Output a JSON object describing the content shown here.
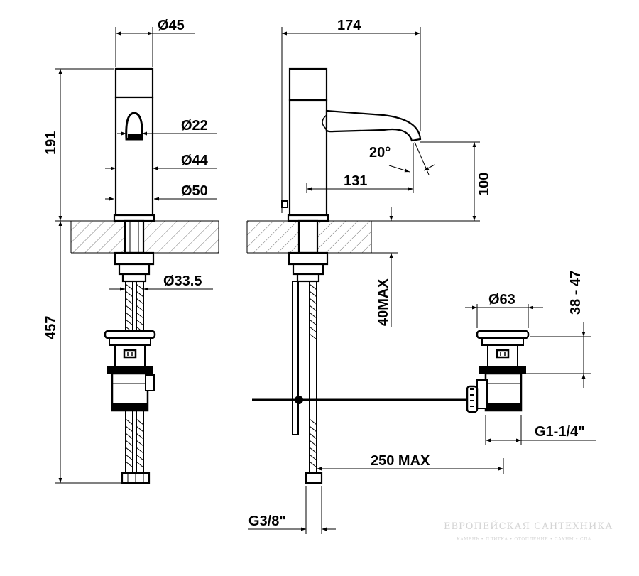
{
  "dimensions": {
    "front_width_top": "Ø45",
    "front_height": "191",
    "front_lever": "Ø22",
    "front_body": "Ø44",
    "front_base": "Ø50",
    "front_shank": "Ø33.5",
    "front_total": "457",
    "side_reach": "174",
    "side_angle": "20°",
    "side_spout_reach": "131",
    "side_spout_height": "100",
    "side_max_deck": "40MAX",
    "waste_diameter": "Ø63",
    "waste_height": "38 - 47",
    "waste_thread": "G1-1/4\"",
    "rod_length": "250 MAX",
    "hose_thread": "G3/8\""
  },
  "watermark": {
    "line1": "ЕВРОПЕЙСКАЯ САНТЕХНИКА",
    "line2": "КАМЕНЬ • ПЛИТКА • ОТОПЛЕНИЕ • САУНЫ • СПА"
  }
}
